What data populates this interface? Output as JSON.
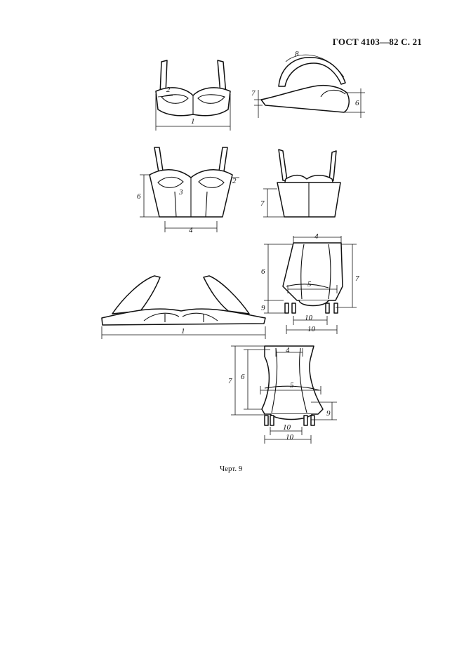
{
  "header": {
    "text": "ГОСТ 4103—82 С. 21"
  },
  "caption": {
    "text": "Черт. 9"
  },
  "labels": {
    "one": "1",
    "two": "2",
    "three": "3",
    "four": "4",
    "five": "5",
    "six": "6",
    "seven": "7",
    "eight": "8",
    "nine": "9",
    "ten": "10"
  }
}
